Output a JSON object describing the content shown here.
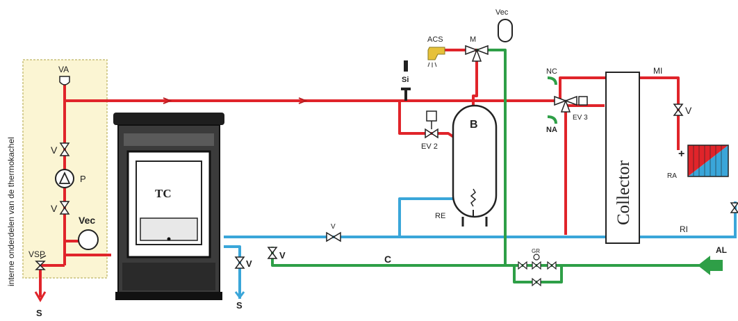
{
  "labels": {
    "side_note": "interne onderdelen van de thermokachel",
    "va": "VA",
    "v_left_top": "V",
    "p": "P",
    "v_left_bottom": "V",
    "vec_left": "Vec",
    "vsp": "VSP",
    "s_left": "S",
    "tc": "TC",
    "s_mid": "S",
    "v_drain": "V",
    "v_return": "V",
    "v_bypass": "V",
    "c": "C",
    "acs": "ACS",
    "m": "M",
    "vec_top": "Vec",
    "si": "Si",
    "ev2": "EV 2",
    "b": "B",
    "re": "RE",
    "gr": "GR",
    "nc": "NC",
    "na": "NA",
    "ev3": "EV 3",
    "collector": "Collector",
    "mi": "MI",
    "v_right": "V",
    "plus": "+",
    "ra": "RA",
    "ri": "RI",
    "al": "AL"
  },
  "colors": {
    "supply": "#e0242a",
    "return": "#3aa6d9",
    "cold": "#2e9f47",
    "panel": "#fbf5d3",
    "panel_border": "#c9c07a",
    "stove": "#1e1e1e",
    "acs_tap": "#e6c13a"
  }
}
